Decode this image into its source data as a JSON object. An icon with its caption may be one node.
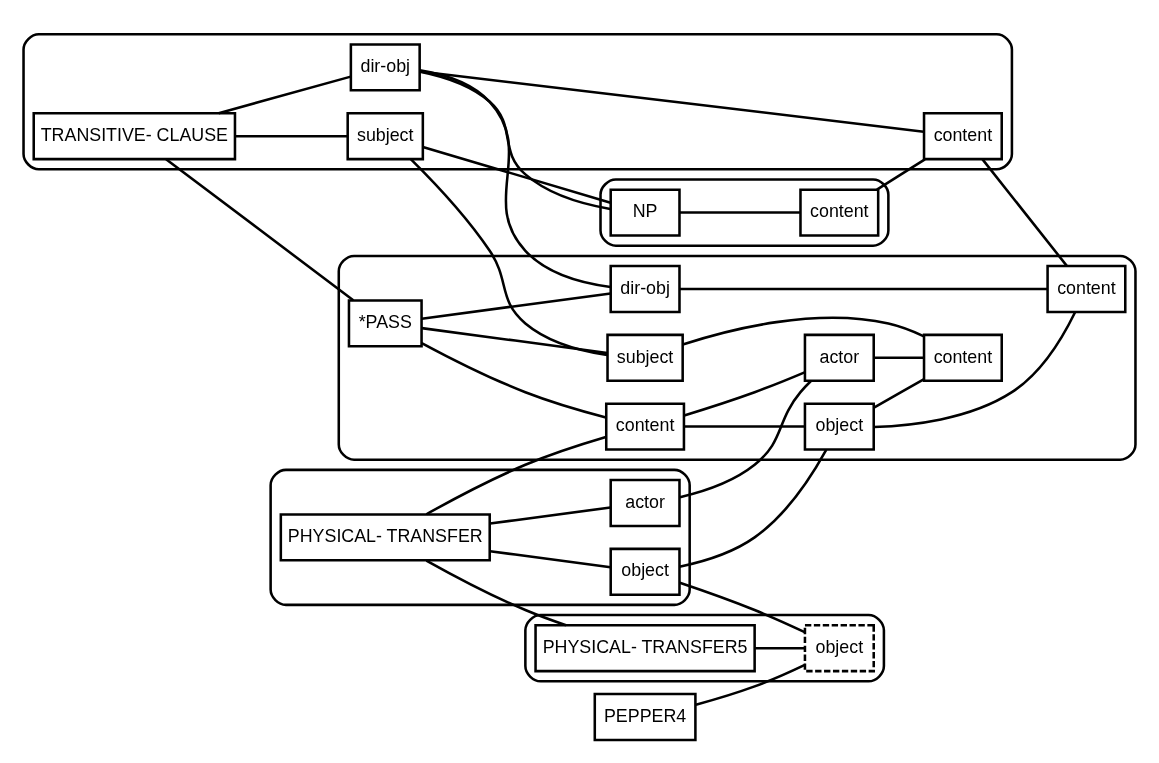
{
  "diagram": {
    "nodes": [
      {
        "text": [],
        "shape": "box"
      },
      {
        "text": [
          "NP"
        ],
        "in": 0
      },
      {
        "text": [
          "content"
        ],
        "in": 0
      },
      {
        "text": [],
        "shape": "box"
      },
      {
        "text": [
          "TRANSITIVE- CLAUSE"
        ],
        "in": 3
      },
      {
        "text": [
          "subject"
        ],
        "in": 3
      },
      {
        "text": [
          "dir-obj"
        ],
        "in": 3
      },
      {
        "text": [
          "content"
        ],
        "in": 3
      },
      {
        "text": [],
        "shape": "box"
      },
      {
        "text": [
          "PHYSICAL- TRANSFER"
        ],
        "in": 8
      },
      {
        "text": [
          "actor"
        ],
        "in": 8
      },
      {
        "text": [
          "object"
        ],
        "in": 8
      },
      {
        "text": [],
        "shape": "box"
      },
      {
        "text": [
          "*PASS"
        ],
        "in": 12
      },
      {
        "text": [
          "content"
        ],
        "in": 12
      },
      {
        "text": [
          "actor"
        ],
        "in": 12
      },
      {
        "text": [
          "object"
        ],
        "in": 12
      },
      {
        "text": [
          "subject"
        ],
        "in": 12
      },
      {
        "text": [
          "content"
        ],
        "in": 12
      },
      {
        "text": [
          "dir-obj"
        ],
        "in": 12
      },
      {
        "text": [
          "content"
        ],
        "in": 12
      },
      {
        "text": [],
        "shape": "box"
      },
      {
        "text": [
          "PHYSICAL- TRANSFER5"
        ],
        "in": 21
      },
      {
        "text": [
          "object"
        ],
        "in": 21
      },
      {
        "text": [
          "PEPPER4"
        ]
      }
    ],
    "edges": [
      {
        "from": 1,
        "to": 2,
        "arrow": "none"
      },
      {
        "from": 5,
        "to": 1,
        "arrow": "none"
      },
      {
        "from": 6,
        "to": 1,
        "arrow": "none"
      },
      {
        "from": 2,
        "to": 7,
        "arrow": "none"
      },
      {
        "from": 4,
        "to": 5,
        "arrow": "none"
      },
      {
        "from": 4,
        "to": 6,
        "arrow": "none"
      },
      {
        "from": 6,
        "to": 7,
        "arrow": "none"
      },
      {
        "from": 7,
        "to": 20,
        "arrow": "none"
      },
      {
        "from": 5,
        "to": 17,
        "arrow": "none"
      },
      {
        "from": 6,
        "to": 19,
        "arrow": "none"
      },
      {
        "from": 4,
        "to": 13,
        "arrow": "none"
      },
      {
        "from": 9,
        "to": 10,
        "arrow": "none"
      },
      {
        "from": 9,
        "to": 11,
        "arrow": "none"
      },
      {
        "from": 9,
        "to": 14,
        "arrow": "none"
      },
      {
        "from": 10,
        "to": 15,
        "arrow": "none"
      },
      {
        "from": 11,
        "to": 16,
        "arrow": "none"
      },
      {
        "from": 13,
        "to": 14,
        "arrow": "none"
      },
      {
        "from": 13,
        "to": 17,
        "arrow": "none"
      },
      {
        "from": 13,
        "to": 19,
        "arrow": "none"
      },
      {
        "from": 14,
        "to": 15,
        "arrow": "none"
      },
      {
        "from": 14,
        "to": 16,
        "arrow": "none"
      },
      {
        "from": 17,
        "to": 18,
        "arrow": "none"
      },
      {
        "from": 19,
        "to": 20,
        "arrow": "none"
      },
      {
        "from": 15,
        "to": 18,
        "arrow": "none"
      },
      {
        "from": 16,
        "to": 18,
        "arrow": "none"
      },
      {
        "from": 16,
        "to": 20,
        "arrow": "none"
      },
      {
        "from": 9,
        "to": 22,
        "arrow": "none"
      },
      {
        "from": 11,
        "to": 23,
        "arrow": "none"
      },
      {
        "from": 22,
        "to": 23,
        "arrow": "none"
      },
      {
        "from": 24,
        "to": 23,
        "arrow": "none"
      }
    ]
  }
}
